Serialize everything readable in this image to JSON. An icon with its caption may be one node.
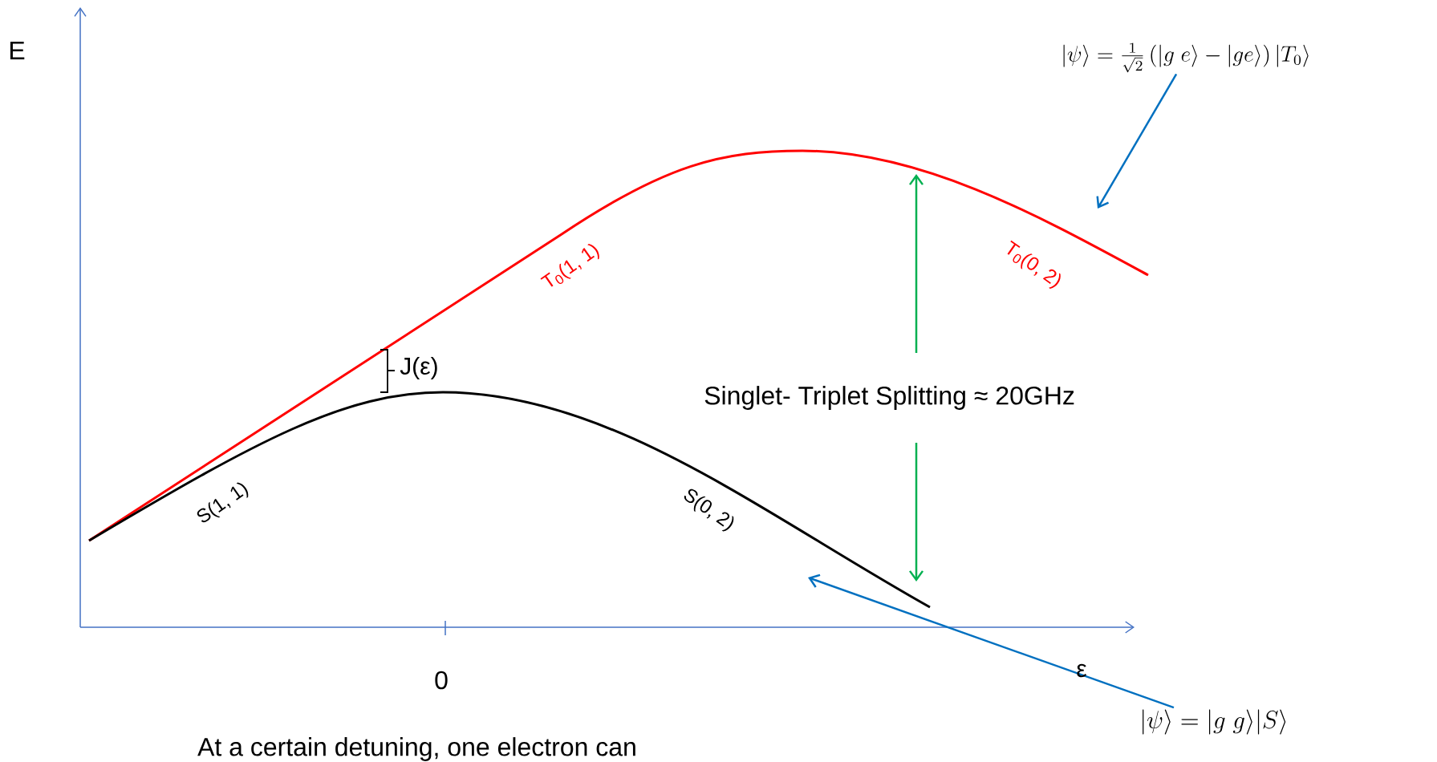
{
  "diagram": {
    "nodes": [
      {
        "text": [
          "|\\psi\\rangle = \\frac{1}{\\sqrt{2}}\\left(|g\\;e\\rangle - |ge\\rangle\\right)|T_0\\rangle"
        ]
      },
      {
        "text": [
          "|\\psi\\rangle = |g\\;g\\rangle|S\\rangle"
        ]
      }
    ],
    "edges": [
      {
        "from": 0,
        "to": null,
        "arrow": "to"
      },
      {
        "from": 1,
        "to": null,
        "arrow": "to"
      }
    ],
    "labels": [
      "E",
      "0",
      "ε",
      "J(ε)",
      "T$_{0}$(1, 1)",
      "T$_{0}$(0, 2)",
      "S(1, 1)",
      "S(0, 2)",
      "Singlet- Triplet Splitting  ≈ 20GHz",
      "At a certain detuning, one electron can"
    ]
  }
}
